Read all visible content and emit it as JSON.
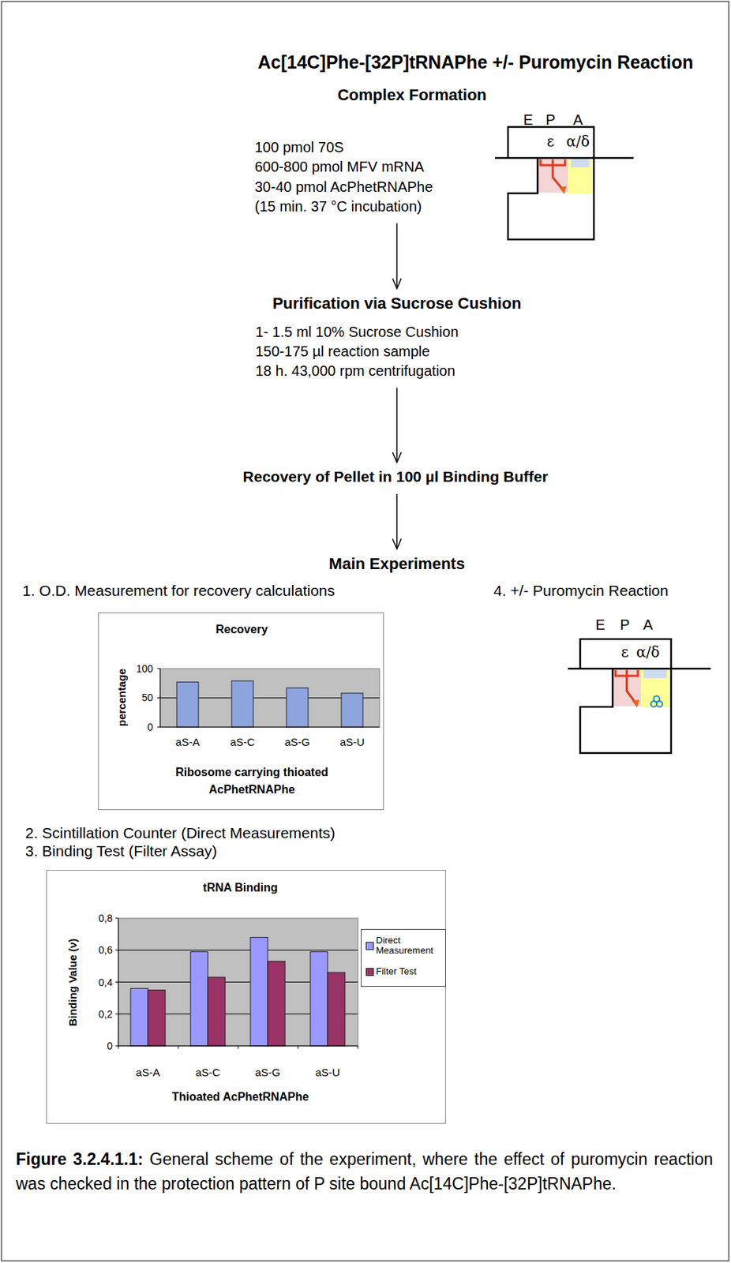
{
  "diagram": {
    "title": "Ac[14C]Phe-[32P]tRNAPhe +/- Puromycin Reaction",
    "caption": "Figure 3.2.4.1.1: General scheme of the experiment, where the effect of puromycin reaction was checked in the protection pattern of P site bound Ac[14C]Phe-[32P]tRNAPhe.",
    "nodes": [
      {
        "text": [
          "Complex Formation",
          "100 pmol 70S",
          "600-800 pmol MFV mRNA",
          "30-40 pmol AcPhetRNAPhe",
          "(15 min. 37 °C incubation)"
        ]
      },
      {
        "text": [
          "E",
          "P",
          "A",
          "ε",
          "α/δ"
        ]
      },
      {
        "text": [
          "Purification via Sucrose Cushion",
          "1- 1.5 ml 10% Sucrose Cushion",
          "150-175 µl reaction sample",
          "18 h. 43,000  rpm centrifugation"
        ]
      },
      {
        "text": [
          "Recovery of Pellet in 100 µl Binding Buffer"
        ]
      },
      {
        "text": [
          "Main Experiments"
        ]
      },
      {
        "text": [
          "Recovery",
          "percentage",
          "100",
          "50",
          "0",
          "aS-A",
          "aS-C",
          "aS-G",
          "aS-U",
          "Ribosome carrying thioated AcPhetRNAPhe"
        ]
      },
      {
        "text": [
          "E",
          "P",
          "A",
          "ε",
          "α/δ"
        ]
      },
      {
        "text": [
          "tRNA Binding",
          "Binding Value (ν)",
          "0,8",
          "0,6",
          "0,4",
          "0,2",
          "0",
          "aS-A",
          "aS-C",
          "aS-G",
          "aS-U",
          "Thioated AcPhetRNAPhe"
        ]
      }
    ],
    "edges": [
      {
        "from": 0,
        "to": 2,
        "arrow": "to"
      },
      {
        "from": 2,
        "to": 3,
        "arrow": "to"
      },
      {
        "from": 3,
        "to": 4,
        "arrow": "to"
      }
    ],
    "labels": [
      "1. O.D. Measurement for recovery calculations",
      "4. +/- Puromycin Reaction",
      "2. Scintillation Counter (Direct Measurements)",
      "3. Binding Test (Filter Assay)"
    ],
    "legend": [
      {
        "text": "Direct Measurement",
        "color": "#9999ff"
      },
      {
        "text": "Filter Test",
        "color": "#993366"
      }
    ]
  }
}
